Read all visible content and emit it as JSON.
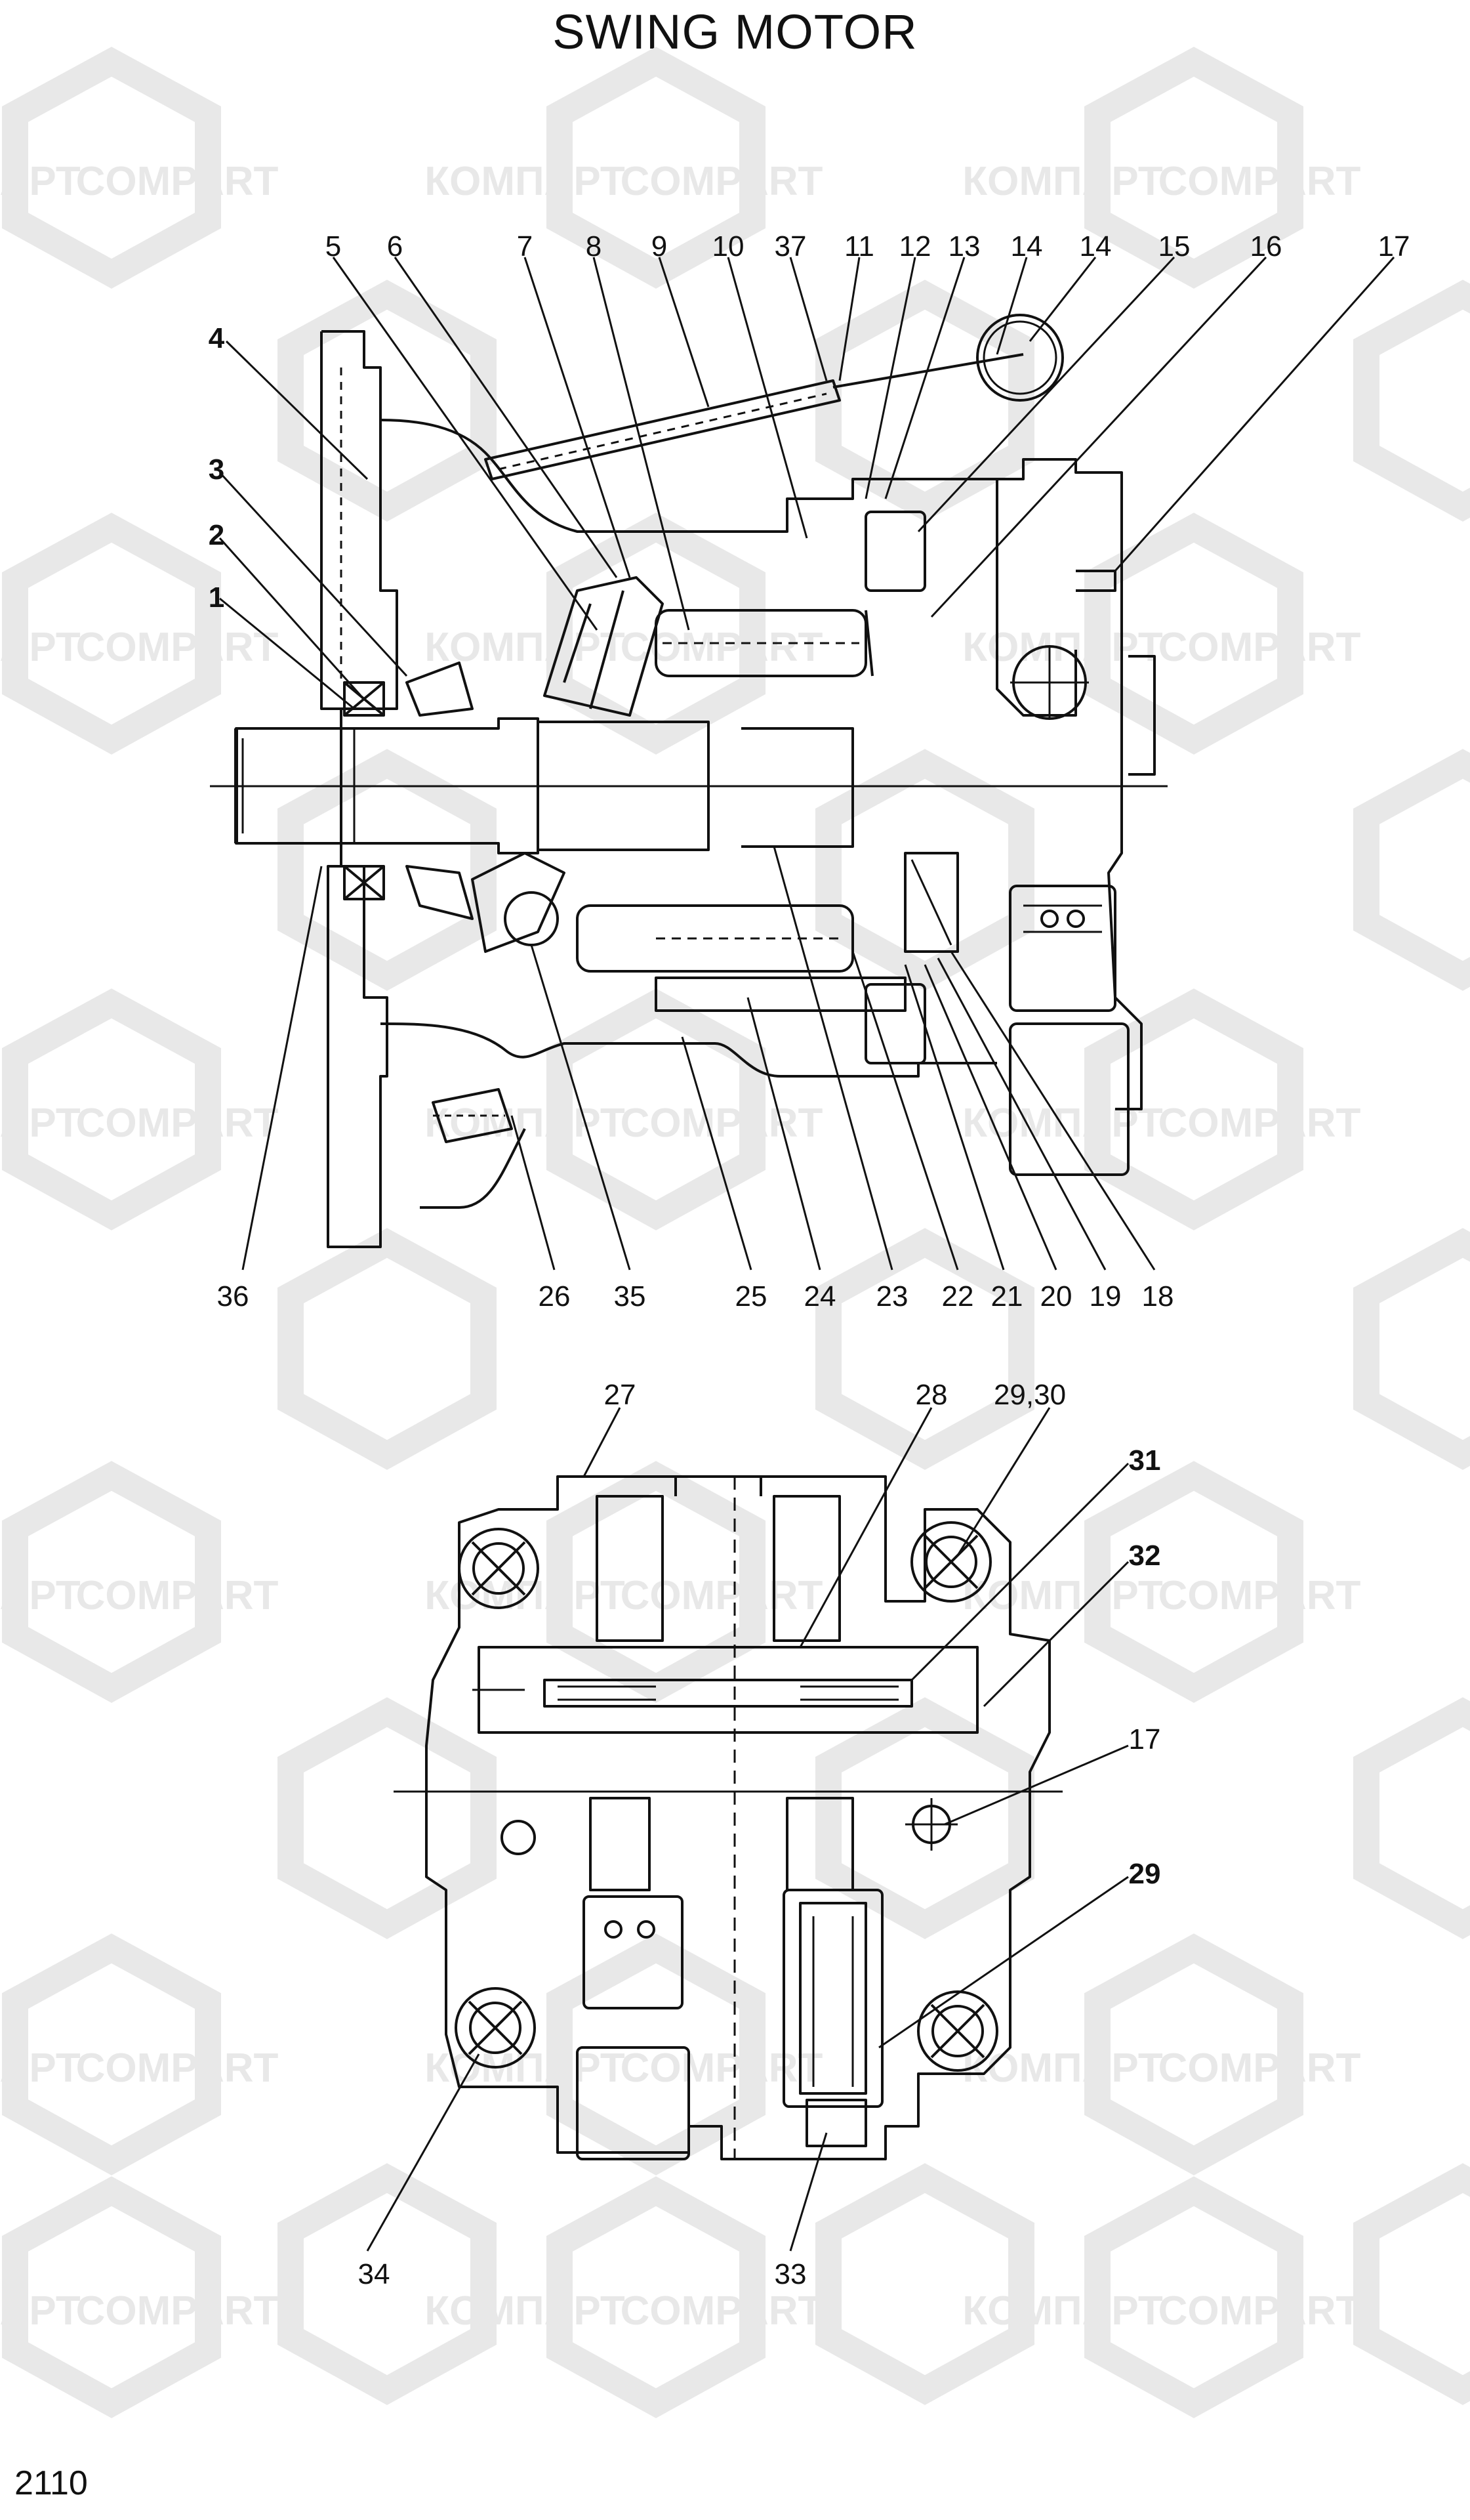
{
  "title": "SWING MOTOR",
  "page_number": "2110",
  "watermark": {
    "text_latin": "COMPART",
    "text_cyrillic": "КОМПАРТ",
    "color": "#e6e6e6"
  },
  "callouts_top": {
    "c5": "5",
    "c6": "6",
    "c7": "7",
    "c8": "8",
    "c9": "9",
    "c10": "10",
    "c37": "37",
    "c11": "11",
    "c12": "12",
    "c13": "13",
    "c14a": "14",
    "c14b": "14",
    "c15": "15",
    "c16": "16",
    "c17": "17",
    "c4": "4",
    "c3": "3",
    "c2": "2",
    "c1": "1",
    "c36": "36",
    "c26": "26",
    "c35": "35",
    "c25": "25",
    "c24": "24",
    "c23": "23",
    "c22": "22",
    "c21": "21",
    "c20": "20",
    "c19": "19",
    "c18": "18"
  },
  "callouts_bottom": {
    "c27": "27",
    "c28": "28",
    "c2930": "29,30",
    "c31": "31",
    "c32": "32",
    "c17": "17",
    "c29": "29",
    "c34": "34",
    "c33": "33"
  }
}
